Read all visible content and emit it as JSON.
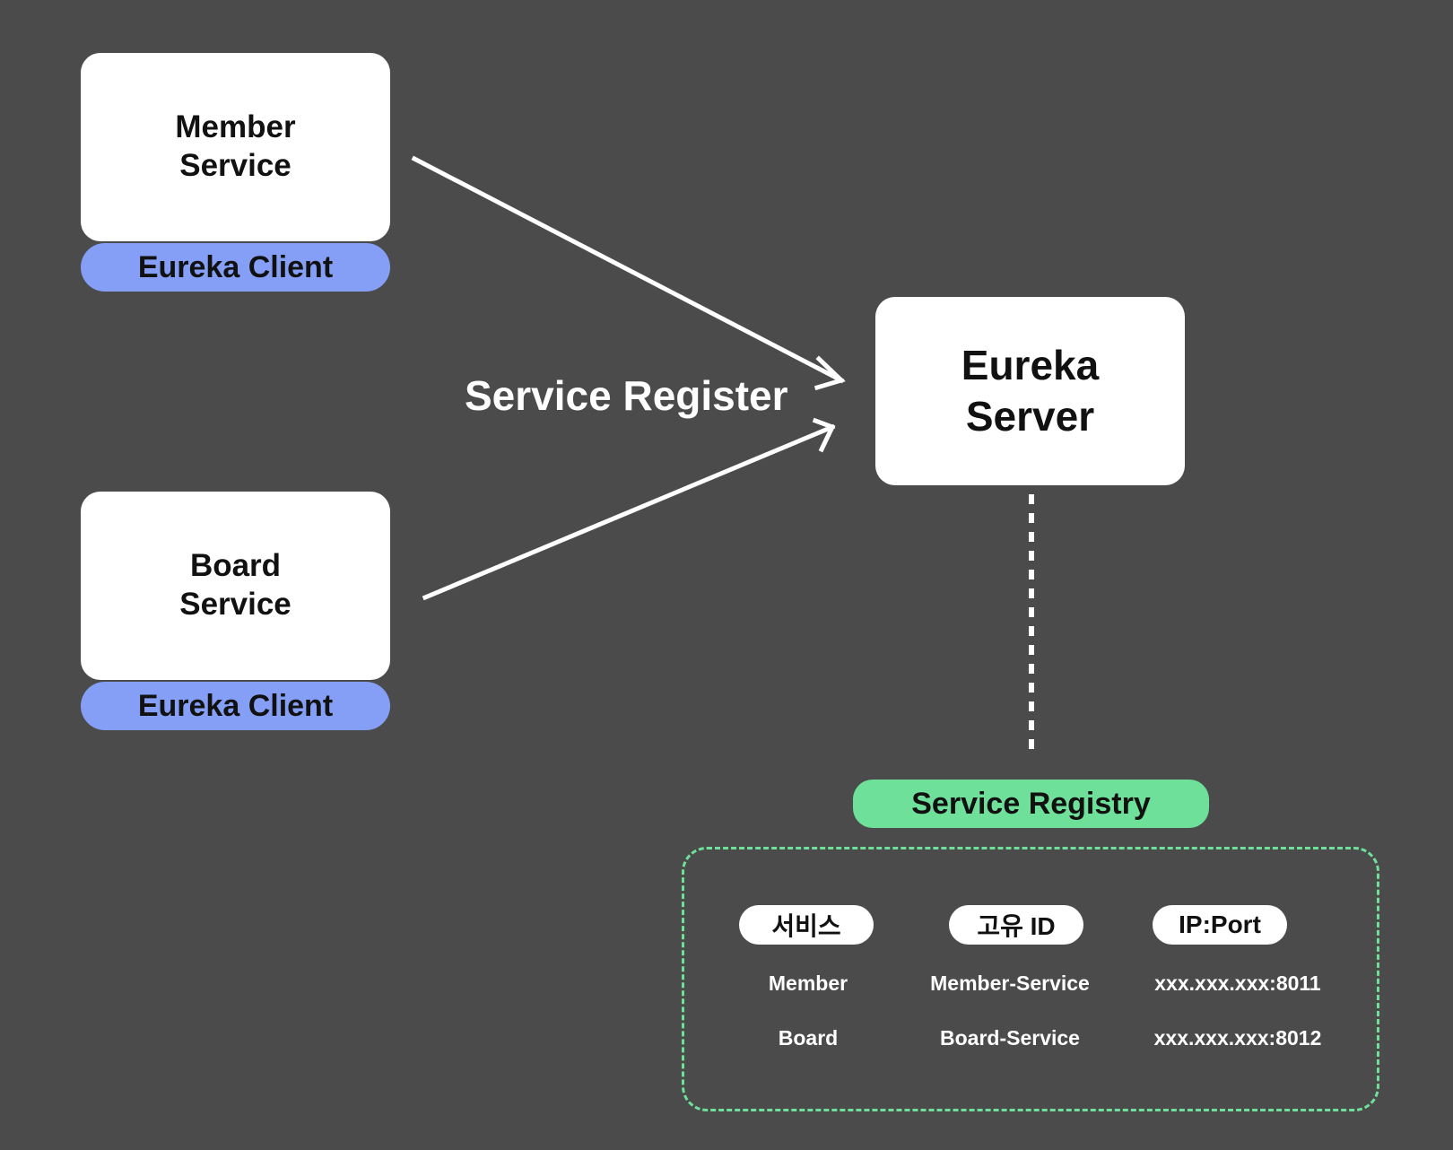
{
  "services": [
    {
      "name_line1": "Member",
      "name_line2": "Service",
      "client_label": "Eureka Client"
    },
    {
      "name_line1": "Board",
      "name_line2": "Service",
      "client_label": "Eureka Client"
    }
  ],
  "server": {
    "line1": "Eureka",
    "line2": "Server"
  },
  "arrow_label": "Service Register",
  "registry": {
    "title": "Service Registry",
    "headers": [
      "서비스",
      "고유 ID",
      "IP:Port"
    ],
    "rows": [
      [
        "Member",
        "Member-Service",
        "xxx.xxx.xxx:8011"
      ],
      [
        "Board",
        "Board-Service",
        "xxx.xxx.xxx:8012"
      ]
    ]
  },
  "colors": {
    "background": "#4b4b4b",
    "client": "#849ff5",
    "registry": "#6ee09a",
    "box": "#ffffff"
  }
}
